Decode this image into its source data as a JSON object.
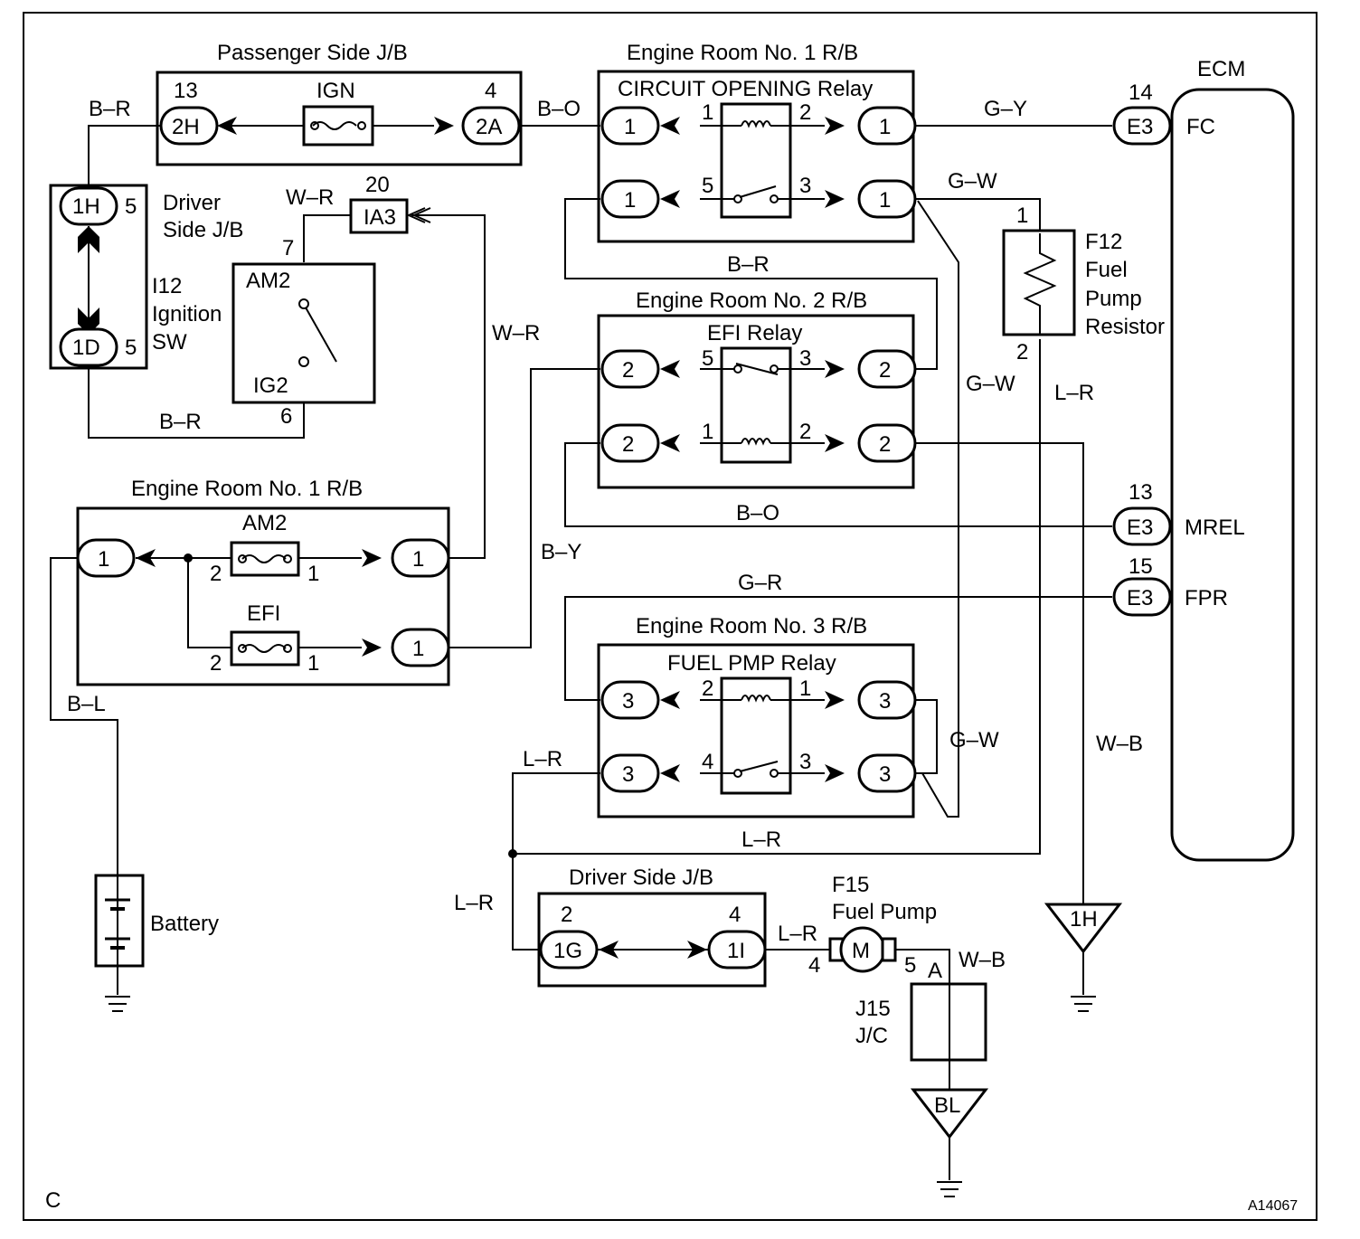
{
  "corner": {
    "left": "C",
    "right": "A14067"
  },
  "boxes": {
    "passenger_jb": "Passenger Side J/B",
    "er1_rb_top": "Engine Room No. 1 R/B",
    "circuit_opening_relay": "CIRCUIT OPENING Relay",
    "er2_rb": "Engine Room No. 2 R/B",
    "efi_relay": "EFI Relay",
    "er1_rb_bottom": "Engine Room No. 1 R/B",
    "er3_rb": "Engine Room No. 3 R/B",
    "fuel_pmp_relay": "FUEL PMP Relay",
    "driver_jb_bottom": "Driver Side J/B"
  },
  "components": {
    "ecm": "ECM",
    "ign_fuse": "IGN",
    "am2_fuse": "AM2",
    "efi_fuse": "EFI",
    "driver_jb_side": [
      "Driver",
      "Side J/B"
    ],
    "ignition_sw": [
      "I12",
      "Ignition",
      "SW"
    ],
    "am2_switch": "AM2",
    "ig2_switch": "IG2",
    "resistor": [
      "F12",
      "Fuel",
      "Pump",
      "Resistor"
    ],
    "fuel_pump": [
      "F15",
      "Fuel Pump"
    ],
    "motor": "M",
    "jc": [
      "J15",
      "J/C"
    ],
    "battery": "Battery",
    "ground_1h": "1H",
    "ground_bl": "BL"
  },
  "connectors": {
    "2H": "2H",
    "2A": "2A",
    "1H": "1H",
    "1D": "1D",
    "IA3": "IA3",
    "1G": "1G",
    "1I": "1I",
    "E3": "E3",
    "one": "1",
    "two": "2",
    "three": "3"
  },
  "ecm_pins": {
    "fc": {
      "num": "14",
      "conn": "E3",
      "label": "FC"
    },
    "mrel": {
      "num": "13",
      "conn": "E3",
      "label": "MREL"
    },
    "fpr": {
      "num": "15",
      "conn": "E3",
      "label": "FPR"
    }
  },
  "pin_numbers": {
    "p13": "13",
    "p4": "4",
    "p5a": "5",
    "p5b": "5",
    "p7": "7",
    "p6": "6",
    "p20": "20",
    "co1": "1",
    "co2": "2",
    "co5": "5",
    "co3": "3",
    "f12_1": "1",
    "f12_2": "2",
    "efi5": "5",
    "efi3": "3",
    "efi1": "1",
    "efi2": "2",
    "am2_2": "2",
    "am2_1": "1",
    "efif_2": "2",
    "efif_1": "1",
    "fp2": "2",
    "fp1": "1",
    "fp4": "4",
    "fp3": "3",
    "dj2": "2",
    "dj4": "4",
    "m4": "4",
    "m5": "5",
    "jcA": "A"
  },
  "wires": {
    "br1": "B–R",
    "bo1": "B–O",
    "gy": "G–Y",
    "gw1": "G–W",
    "wr1": "W–R",
    "br2": "B–R",
    "wr2": "W–R",
    "br3": "B–R",
    "gw2": "G–W",
    "lr1": "L–R",
    "bo2": "B–O",
    "by": "B–Y",
    "gr": "G–R",
    "bl": "B–L",
    "lr2": "L–R",
    "gw3": "G–W",
    "wb1": "W–B",
    "lr3": "L–R",
    "lr4": "L–R",
    "lr5": "L–R",
    "wb2": "W–B"
  }
}
